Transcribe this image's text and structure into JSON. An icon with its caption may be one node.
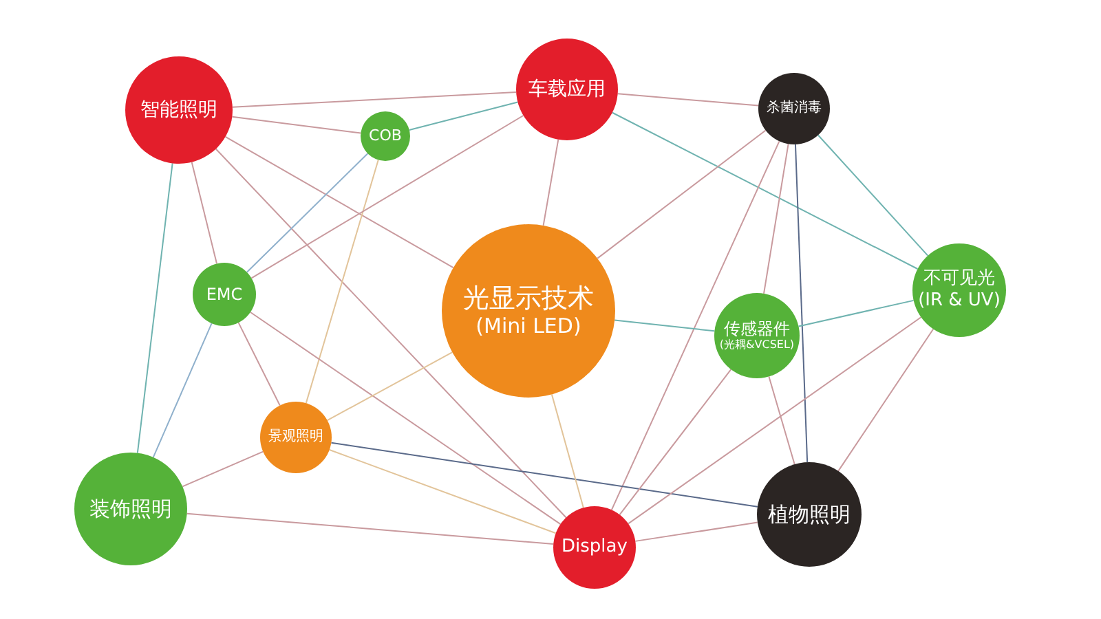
{
  "diagram": {
    "nodes": [
      {
        "text": [
          "智能照明"
        ]
      },
      {
        "text": [
          "车载应用"
        ]
      },
      {
        "text": [
          "COB"
        ]
      },
      {
        "text": [
          "杀菌消毒"
        ]
      },
      {
        "text": [
          "EMC"
        ]
      },
      {
        "text": [
          "光显示技术",
          "(Mini LED)"
        ]
      },
      {
        "text": [
          "传感器件",
          "(光耦&VCSEL)"
        ]
      },
      {
        "text": [
          "不可见光",
          "(IR & UV)"
        ]
      },
      {
        "text": [
          "景观照明"
        ]
      },
      {
        "text": [
          "装饰照明"
        ]
      },
      {
        "text": [
          "植物照明"
        ]
      },
      {
        "text": [
          "Display"
        ]
      }
    ],
    "edges": [
      {
        "from": 0,
        "to": 1,
        "arrow": "none"
      },
      {
        "from": 0,
        "to": 2,
        "arrow": "none"
      },
      {
        "from": 0,
        "to": 4,
        "arrow": "none"
      },
      {
        "from": 0,
        "to": 9,
        "arrow": "none",
        "color": "#6fb3b0"
      },
      {
        "from": 0,
        "to": 5,
        "arrow": "none"
      },
      {
        "from": 0,
        "to": 11,
        "arrow": "none"
      },
      {
        "from": 2,
        "to": 1,
        "arrow": "none",
        "color": "#6fb3b0"
      },
      {
        "from": 2,
        "to": 4,
        "arrow": "none",
        "color": "#8fb0cc"
      },
      {
        "from": 2,
        "to": 8,
        "arrow": "none",
        "color": "#e2c49a"
      },
      {
        "from": 1,
        "to": 4,
        "arrow": "none"
      },
      {
        "from": 1,
        "to": 3,
        "arrow": "none"
      },
      {
        "from": 1,
        "to": 7,
        "arrow": "none",
        "color": "#6fb3b0"
      },
      {
        "from": 1,
        "to": 5,
        "arrow": "none"
      },
      {
        "from": 3,
        "to": 5,
        "arrow": "none"
      },
      {
        "from": 3,
        "to": 11,
        "arrow": "none"
      },
      {
        "from": 3,
        "to": 6,
        "arrow": "none"
      },
      {
        "from": 3,
        "to": 10,
        "arrow": "none",
        "color": "#5a6a8a"
      },
      {
        "from": 3,
        "to": 7,
        "arrow": "none",
        "color": "#6fb3b0"
      },
      {
        "from": 4,
        "to": 9,
        "arrow": "none",
        "color": "#8fb0cc"
      },
      {
        "from": 4,
        "to": 8,
        "arrow": "none"
      },
      {
        "from": 4,
        "to": 11,
        "arrow": "none"
      },
      {
        "from": 8,
        "to": 5,
        "arrow": "none",
        "color": "#e2c49a"
      },
      {
        "from": 8,
        "to": 9,
        "arrow": "none"
      },
      {
        "from": 8,
        "to": 10,
        "arrow": "none",
        "color": "#5a6a8a"
      },
      {
        "from": 8,
        "to": 11,
        "arrow": "none",
        "color": "#e2c49a"
      },
      {
        "from": 9,
        "to": 11,
        "arrow": "none"
      },
      {
        "from": 5,
        "to": 6,
        "arrow": "none",
        "color": "#6fb3b0"
      },
      {
        "from": 5,
        "to": 11,
        "arrow": "none",
        "color": "#e2c49a"
      },
      {
        "from": 6,
        "to": 11,
        "arrow": "none"
      },
      {
        "from": 6,
        "to": 10,
        "arrow": "none"
      },
      {
        "from": 6,
        "to": 7,
        "arrow": "none",
        "color": "#6fb3b0"
      },
      {
        "from": 7,
        "to": 11,
        "arrow": "none"
      },
      {
        "from": 7,
        "to": 10,
        "arrow": "none"
      },
      {
        "from": 10,
        "to": 11,
        "arrow": "none"
      }
    ]
  }
}
